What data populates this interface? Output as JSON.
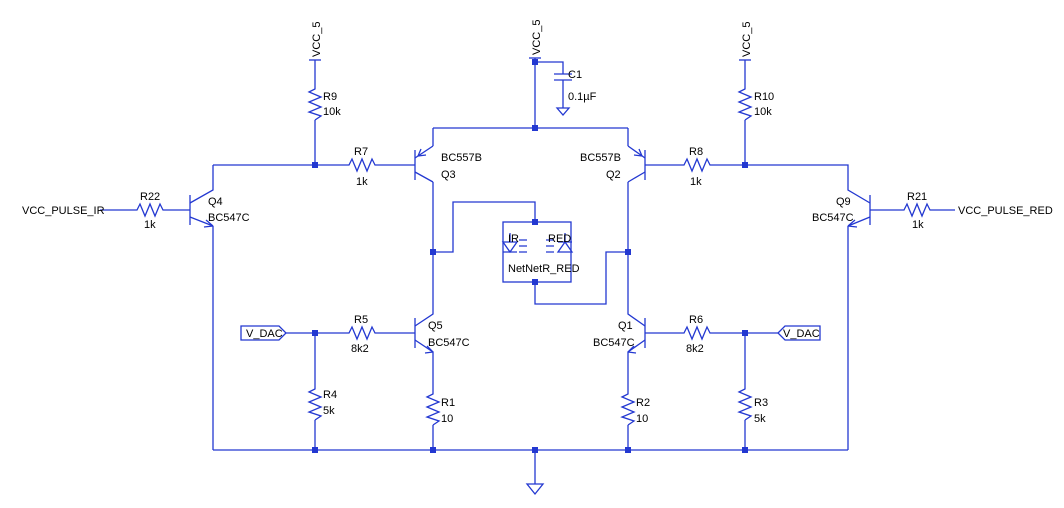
{
  "colors": {
    "wire": "#2338d1",
    "text": "#000000",
    "background": "#ffffff"
  },
  "labels": {
    "vcc_top_left": "VCC_5",
    "vcc_top_center": "VCC_5",
    "vcc_top_right": "VCC_5",
    "c1_name": "C1",
    "c1_value": "0.1µF",
    "r9_name": "R9",
    "r9_value": "10k",
    "r10_name": "R10",
    "r10_value": "10k",
    "r7_name": "R7",
    "r7_value": "1k",
    "r8_name": "R8",
    "r8_value": "1k",
    "q3_model": "BC557B",
    "q3_name": "Q3",
    "q2_model": "BC557B",
    "q2_name": "Q2",
    "r22_name": "R22",
    "r22_value": "1k",
    "q4_name": "Q4",
    "q4_model": "BC547C",
    "q9_name": "Q9",
    "q9_model": "BC547C",
    "r21_name": "R21",
    "r21_value": "1k",
    "net_pulse_ir": "VCC_PULSE_IR",
    "net_pulse_red": "VCC_PULSE_RED",
    "led_ir": "IR",
    "led_red": "RED",
    "led_net_ir": "NetNetR_RED",
    "net_vdac_left": "V_DAC",
    "net_vdac_right": "V_DAC",
    "r5_name": "R5",
    "r5_value": "8k2",
    "r6_name": "R6",
    "r6_value": "8k2",
    "q5_name": "Q5",
    "q5_model": "BC547C",
    "q1_name": "Q1",
    "q1_model": "BC547C",
    "r4_name": "R4",
    "r4_value": "5k",
    "r3_name": "R3",
    "r3_value": "5k",
    "r1_name": "R1",
    "r1_value": "10",
    "r2_name": "R2",
    "r2_value": "10"
  }
}
